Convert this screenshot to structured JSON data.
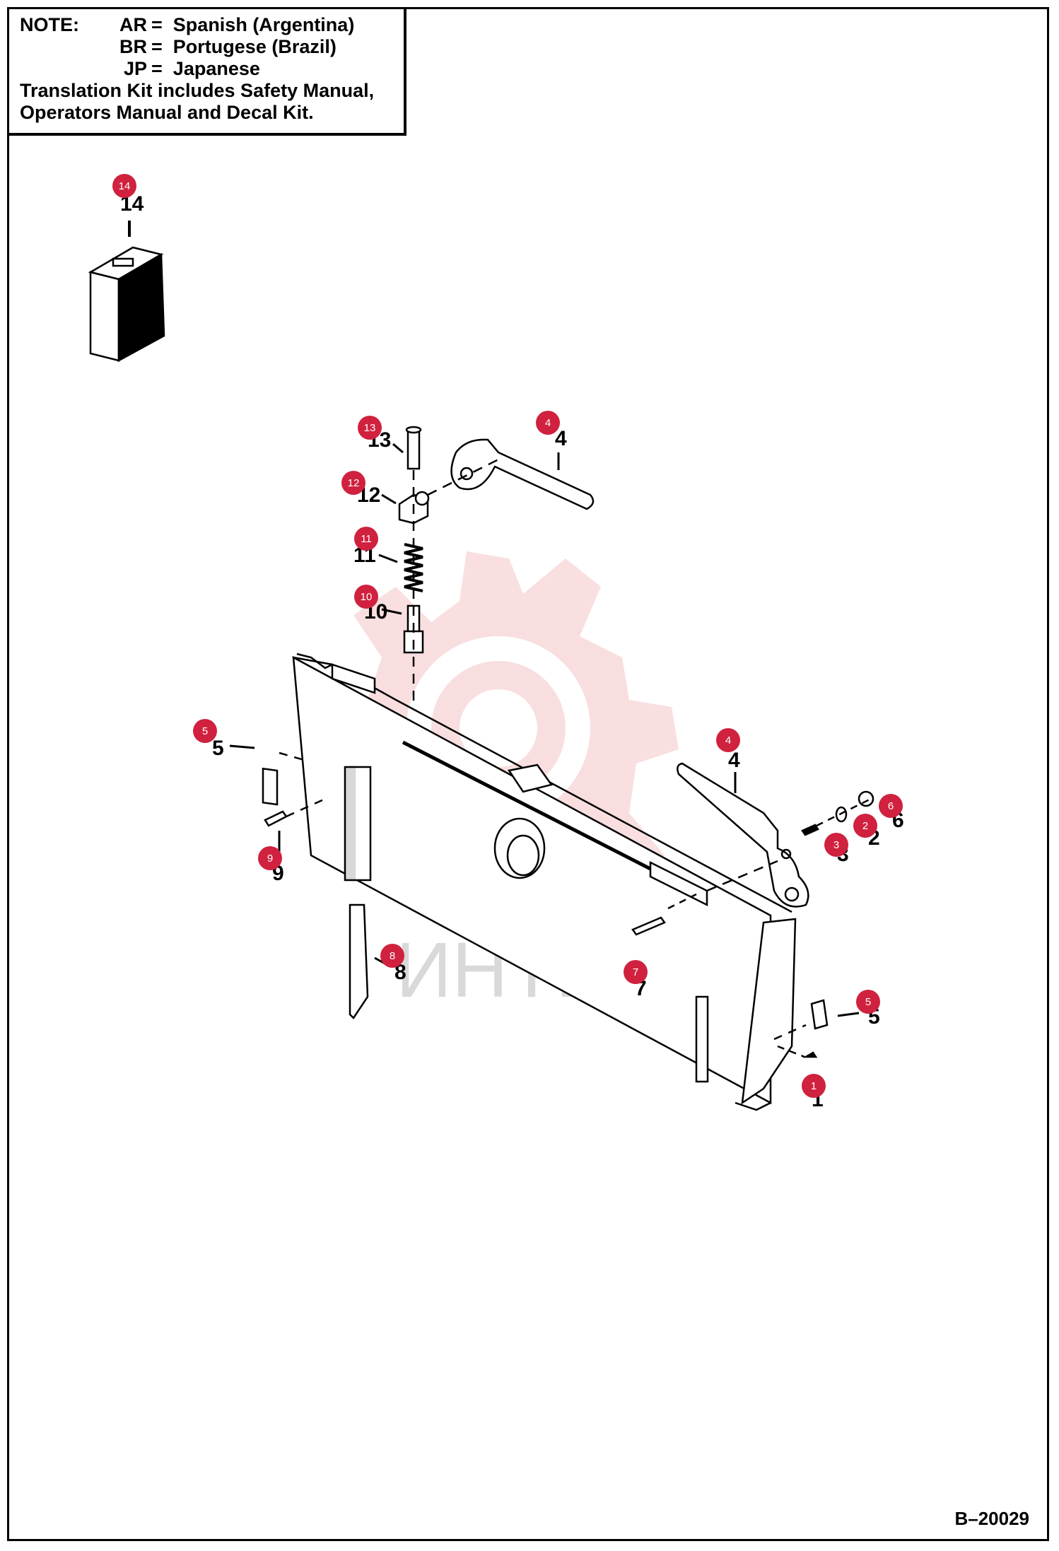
{
  "note": {
    "label": "NOTE:",
    "codes": [
      {
        "code": "AR",
        "eq": "=",
        "language": "Spanish (Argentina)"
      },
      {
        "code": "BR",
        "eq": "=",
        "language": "Portugese (Brazil)"
      },
      {
        "code": "JP",
        "eq": "=",
        "language": "Japanese"
      }
    ],
    "line1": "Translation Kit includes Safety Manual,",
    "line2": "Operators Manual and Decal Kit."
  },
  "drawing_ref": "B–20029",
  "watermark": "ИНТЕХ",
  "colors": {
    "callout": "#d0213f",
    "line": "#000000",
    "watermark": "#f2b8bb"
  },
  "callouts": [
    "14",
    "13",
    "4",
    "12",
    "11",
    "10",
    "5",
    "9",
    "4",
    "6",
    "2",
    "3",
    "8",
    "7",
    "5",
    "1"
  ],
  "labels": [
    "14",
    "13",
    "4",
    "12",
    "11",
    "10",
    "5",
    "9",
    "4",
    "6",
    "2",
    "3",
    "8",
    "7",
    "5",
    "1"
  ]
}
